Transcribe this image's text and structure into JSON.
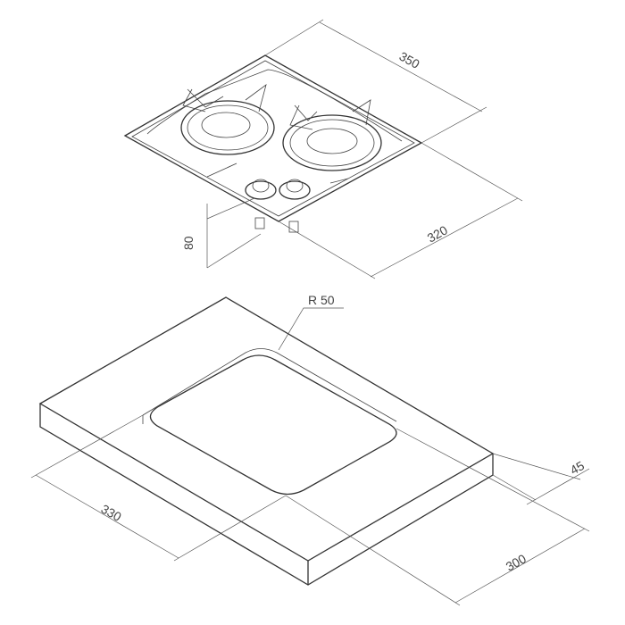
{
  "dimensions": {
    "width": "350",
    "depth": "320",
    "height": "80",
    "corner_radius": "R 50",
    "counter_thickness": "45",
    "cutout_width": "330",
    "cutout_depth": "300"
  }
}
